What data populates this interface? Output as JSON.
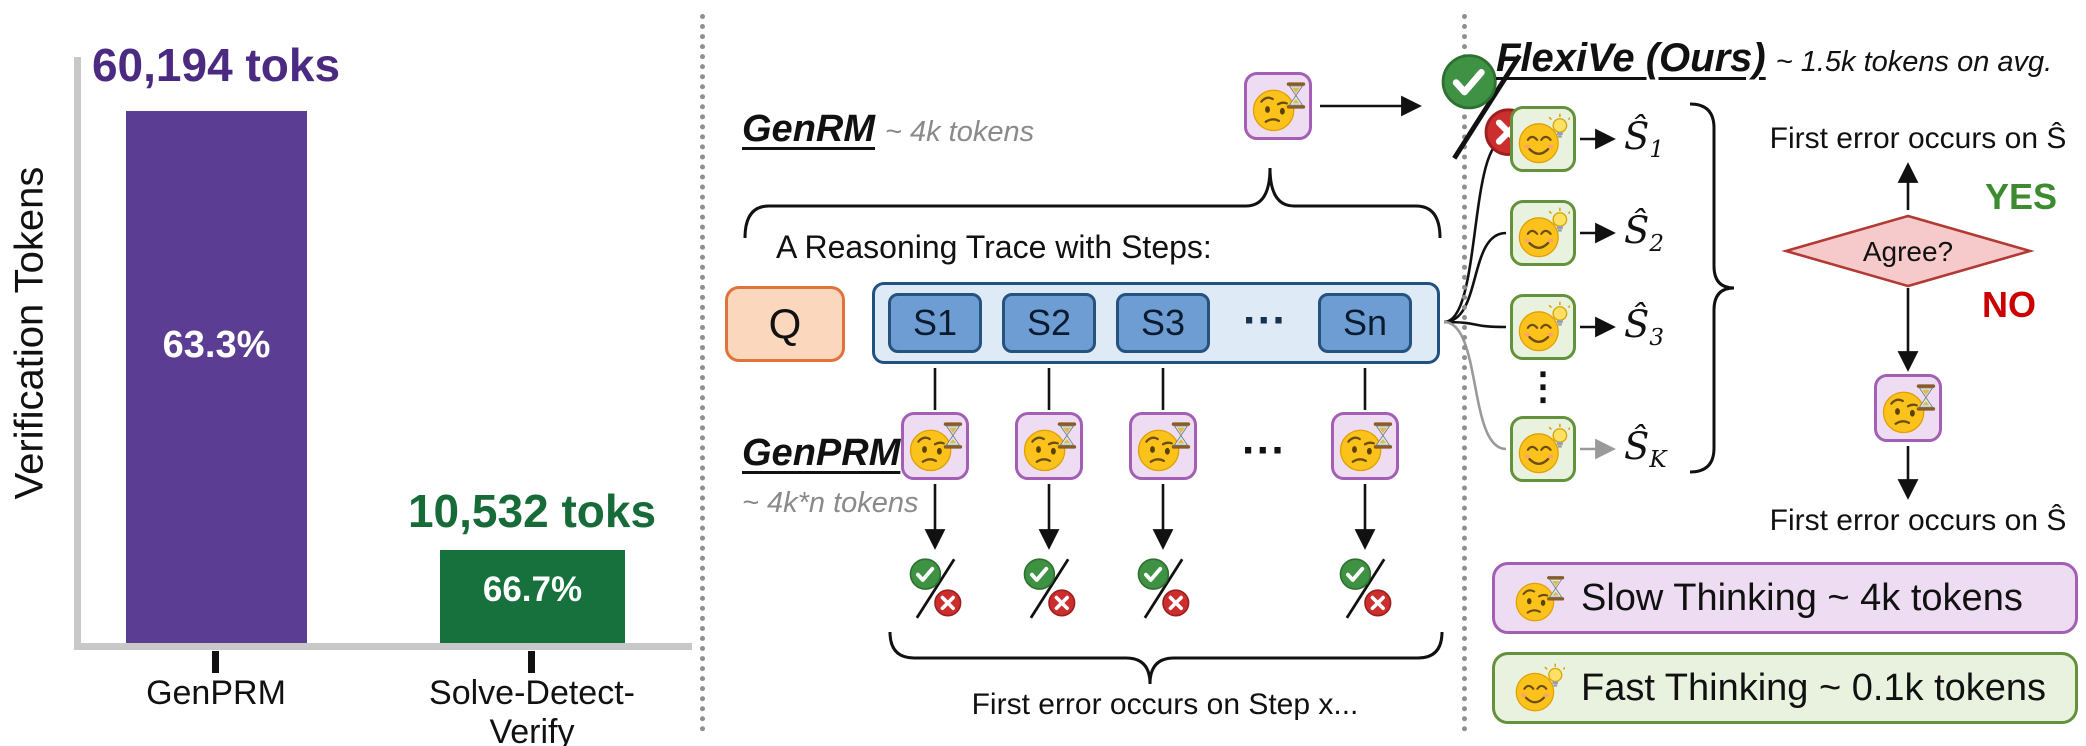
{
  "chart_data": {
    "type": "bar",
    "ylabel": "Verification Tokens",
    "categories": [
      "GenPRM",
      "Solve-Detect-Verify"
    ],
    "values": [
      60194,
      10532
    ],
    "value_labels": [
      "60,194 toks",
      "10,532 toks"
    ],
    "percent_labels": [
      "63.3%",
      "66.7%"
    ],
    "bar_colors": [
      "#5b3d94",
      "#17713d"
    ],
    "label_colors": [
      "#4b2a82",
      "#176b38"
    ],
    "ylim": [
      0,
      60194
    ],
    "grid": false,
    "legend_position": "none"
  },
  "genrm": {
    "label": "GenRM",
    "tokens": "~ 4k tokens"
  },
  "trace": {
    "title": "A Reasoning Trace with Steps:",
    "question_label": "Q",
    "steps": [
      "S1",
      "S2",
      "S3",
      "Sn"
    ],
    "ellipsis": "···"
  },
  "genprm": {
    "label": "GenPRM",
    "tokens": "~ 4k*n tokens",
    "ellipsis": "···",
    "first_error_text": "First error occurs on Step x..."
  },
  "flexive": {
    "title": "FlexiVe (Ours)",
    "tokens": "~ 1.5k tokens on avg.",
    "s_hats": [
      {
        "base": "Ŝ",
        "sub": "1"
      },
      {
        "base": "Ŝ",
        "sub": "2"
      },
      {
        "base": "Ŝ",
        "sub": "3"
      },
      {
        "base": "Ŝ",
        "sub": "K"
      }
    ],
    "vdots": "⋮",
    "first_error_top": "First error occurs on Ŝ",
    "yes_label": "YES",
    "agree_label": "Agree?",
    "no_label": "NO",
    "first_error_bottom": "First error occurs on Ŝ"
  },
  "legend": {
    "slow": "Slow Thinking ~ 4k tokens",
    "fast": "Fast Thinking ~ 0.1k tokens"
  },
  "icons": {
    "slow_thinking": "slow-thinking-face-with-hourglass",
    "fast_thinking": "fast-thinking-face-with-lightbulb",
    "correct": "green-check-circle",
    "incorrect": "red-cross-circle"
  }
}
